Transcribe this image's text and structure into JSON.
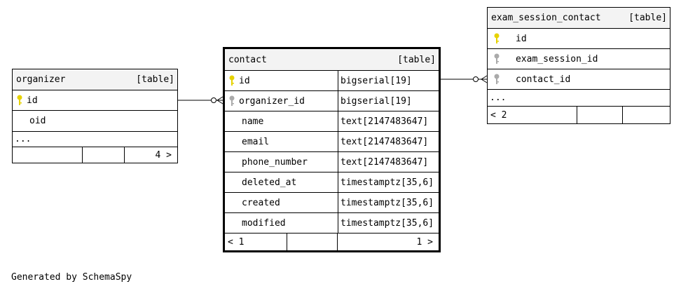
{
  "colors": {
    "primary_key": "#e6d200",
    "foreign_key": "#aaaaaa",
    "header_bg": "#f3f3f3"
  },
  "organizer": {
    "name": "organizer",
    "kind": "[table]",
    "columns": [
      {
        "name": "id",
        "key": "primary-key-icon"
      },
      {
        "name": "oid",
        "key": ""
      }
    ],
    "more": "...",
    "footer_left": "",
    "footer_mid": "",
    "footer_right": "4 >"
  },
  "contact": {
    "name": "contact",
    "kind": "[table]",
    "columns": [
      {
        "name": "id",
        "type": "bigserial[19]",
        "key": "primary-key-icon"
      },
      {
        "name": "organizer_id",
        "type": "bigserial[19]",
        "key": "foreign-key-icon"
      },
      {
        "name": "name",
        "type": "text[2147483647]",
        "key": ""
      },
      {
        "name": "email",
        "type": "text[2147483647]",
        "key": ""
      },
      {
        "name": "phone_number",
        "type": "text[2147483647]",
        "key": ""
      },
      {
        "name": "deleted_at",
        "type": "timestamptz[35,6]",
        "key": ""
      },
      {
        "name": "created",
        "type": "timestamptz[35,6]",
        "key": ""
      },
      {
        "name": "modified",
        "type": "timestamptz[35,6]",
        "key": ""
      }
    ],
    "footer_left": "< 1",
    "footer_mid": "",
    "footer_right": "1 >"
  },
  "exam_session_contact": {
    "name": "exam_session_contact",
    "kind": "[table]",
    "columns": [
      {
        "name": "id",
        "key": "primary-key-icon"
      },
      {
        "name": "exam_session_id",
        "key": "foreign-key-icon"
      },
      {
        "name": "contact_id",
        "key": "foreign-key-icon"
      }
    ],
    "more": "...",
    "footer_left": "< 2",
    "footer_mid": "",
    "footer_right": ""
  },
  "footer_note": "Generated by SchemaSpy"
}
